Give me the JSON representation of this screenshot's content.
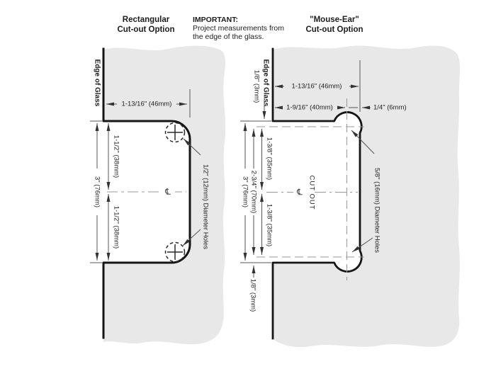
{
  "colors": {
    "glass": "#e8e8e8",
    "outline": "#151515",
    "dimension_line": "#555555",
    "centerline": "#999999",
    "background": "#ffffff"
  },
  "header": {
    "left_title_line1": "Rectangular",
    "left_title_line2": "Cut-out Option",
    "important_label": "IMPORTANT:",
    "important_line1": "Project measurements from",
    "important_line2": "the edge of the glass.",
    "right_title_line1": "\"Mouse-Ear\"",
    "right_title_line2": "Cut-out Option"
  },
  "left_diagram": {
    "edge_label": "Edge of Glass",
    "centerline_symbol": "℄",
    "dims": {
      "width": "1-13/16\" (46mm)",
      "height_total": "3\" (76mm)",
      "height_upper": "1-1/2\" (38mm)",
      "height_lower": "1-1/2\" (38mm)"
    },
    "holes_label": "1/2\" (12mm) Diameter Holes"
  },
  "right_diagram": {
    "edge_label": "Edge of Glass",
    "centerline_symbol": "℄",
    "cutout_label": "CUT OUT",
    "dims": {
      "width_total": "1-13/16\" (46mm)",
      "width_to_center": "1-9/16\" (40mm)",
      "width_offset": "1/4\" (6mm)",
      "height_total": "3\" (76mm)",
      "height_between_centers": "2-3/4\" (70mm)",
      "height_upper": "1-3/8\" (35mm)",
      "height_lower": "1-3/8\" (35mm)",
      "edge_offset_top": "1/8\" (3mm)",
      "edge_offset_bottom": "1/8\" (3mm)"
    },
    "holes_label": "5/8\" (16mm) Diameter Holes"
  }
}
